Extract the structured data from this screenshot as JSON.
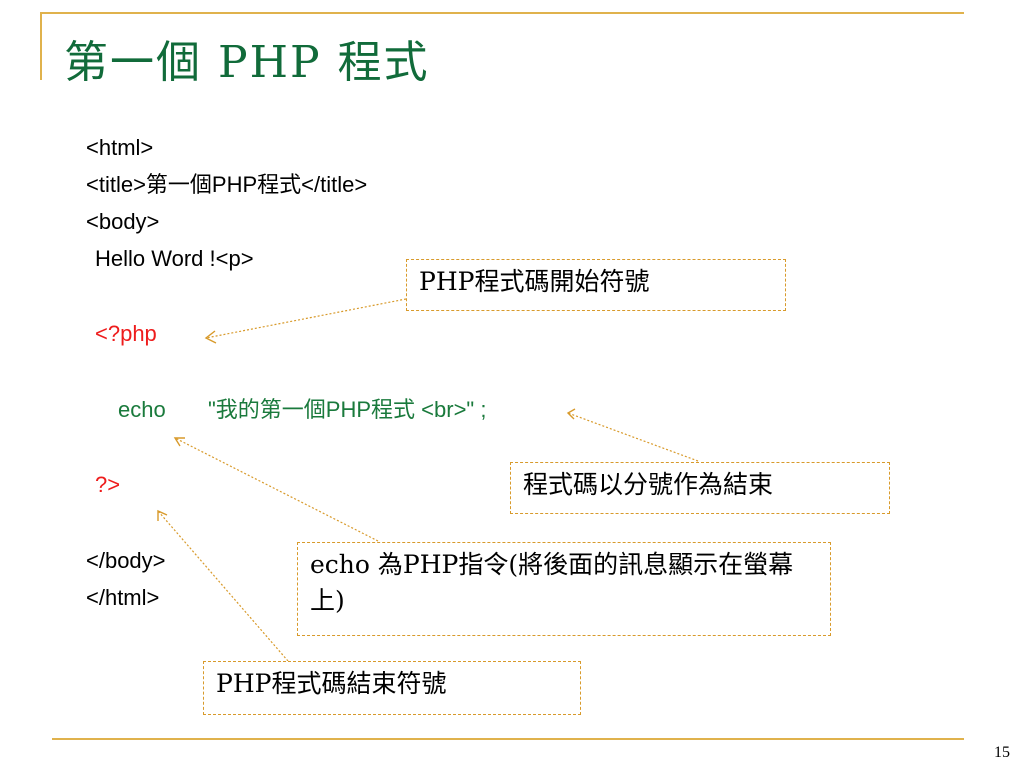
{
  "slide": {
    "title": "第一個 PHP 程式",
    "number": "15"
  },
  "code": {
    "line_html_open": "<html>",
    "line_title": "<title>第一個PHP程式</title>",
    "line_body_open": "<body>",
    "line_hello": "Hello Word !<p>",
    "line_php_open": "<?php",
    "line_echo_keyword": "echo",
    "line_echo_string": "\"我的第一個PHP程式 <br>\" ;",
    "line_php_close": "?>",
    "line_body_close": "</body>",
    "line_html_close": "</html>"
  },
  "callouts": {
    "php_start": "PHP程式碼開始符號",
    "semicolon_end": "程式碼以分號作為結束",
    "echo_desc": "echo 為PHP指令(將後面的訊息顯示在螢幕上)",
    "php_end": "PHP程式碼結束符號"
  },
  "colors": {
    "title": "#116b3a",
    "frame": "#e0b24c",
    "php_tag": "#ee1c1c",
    "echo": "#1a7a3c",
    "callout_border": "#d89a2b"
  }
}
